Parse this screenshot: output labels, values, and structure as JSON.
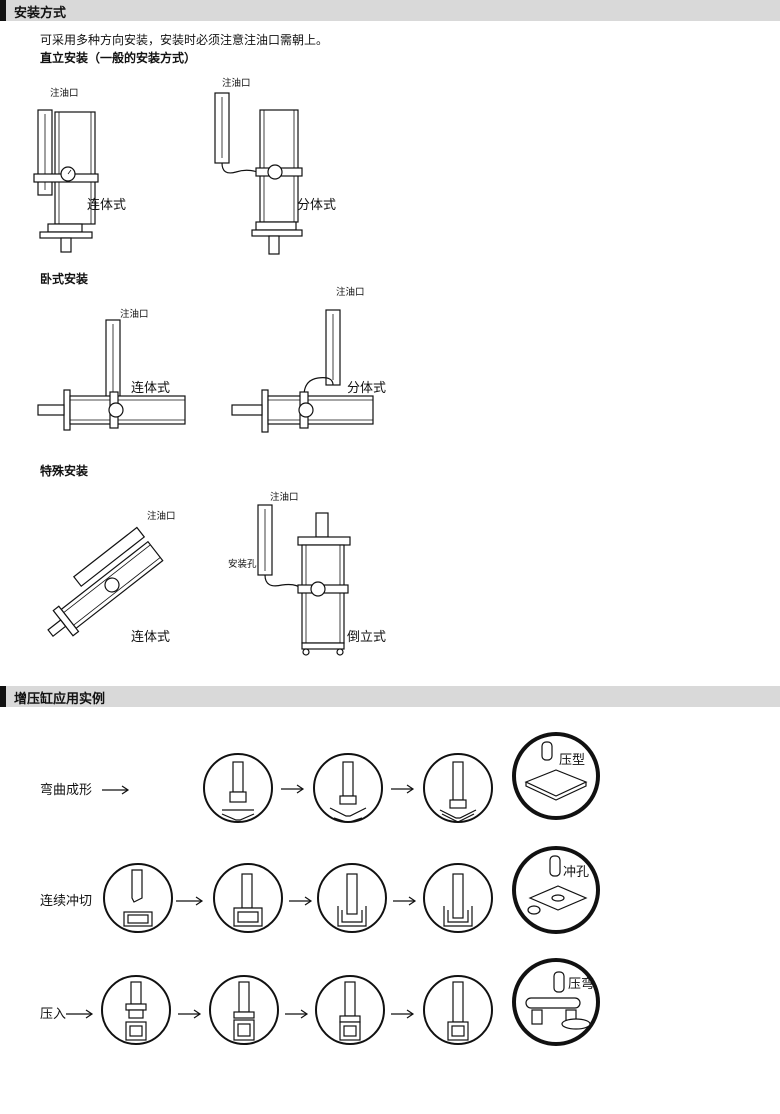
{
  "section1": {
    "title": "安装方式",
    "intro": "可采用多种方向安装，安装时必须注意注油口需朝上。",
    "vertical": {
      "heading": "直立安装（一般的安装方式）",
      "fill_port": "注油口",
      "integral": "连体式",
      "split": "分体式"
    },
    "horizontal": {
      "heading": "卧式安装",
      "fill_port": "注油口",
      "integral": "连体式",
      "split": "分体式"
    },
    "special": {
      "heading": "特殊安装",
      "fill_port": "注油口",
      "mount_hole": "安装孔",
      "integral": "连体式",
      "inverted": "倒立式"
    }
  },
  "section2": {
    "title": "增压缸应用实例",
    "rows": [
      {
        "label": "弯曲成形",
        "result": "压型"
      },
      {
        "label": "连续冲切",
        "result": "冲孔"
      },
      {
        "label": "压入",
        "result": "压弯"
      }
    ]
  }
}
